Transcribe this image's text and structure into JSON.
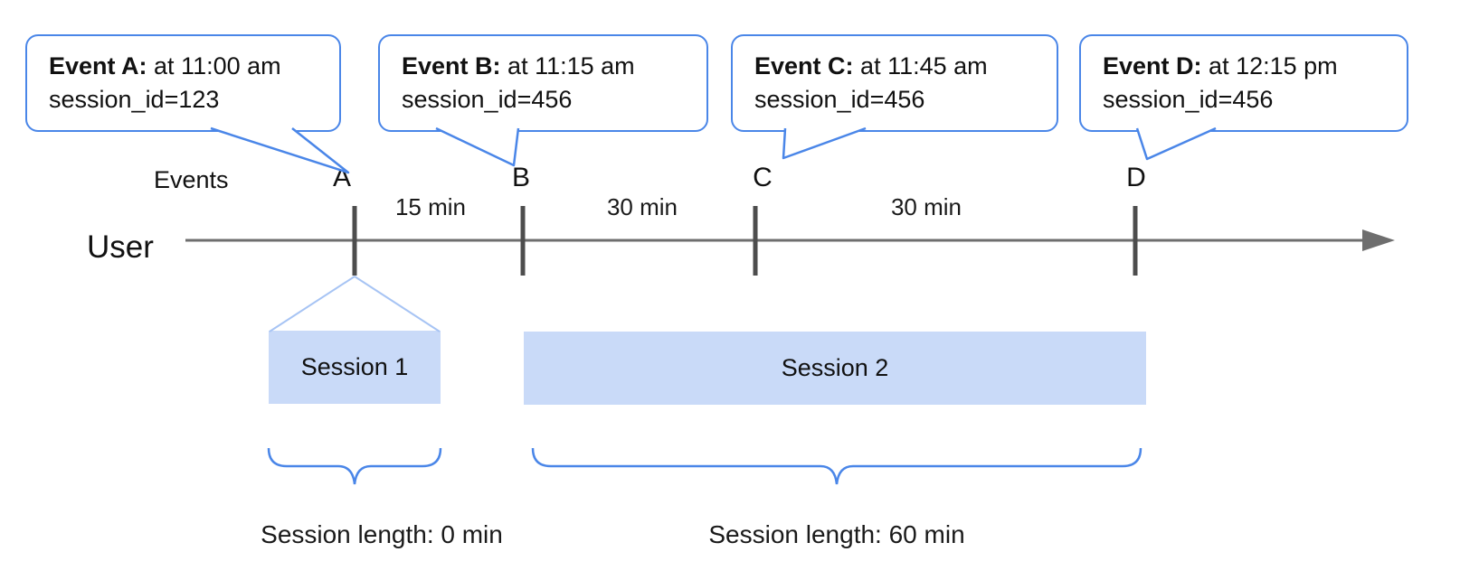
{
  "diagram": {
    "axis": {
      "events_label": "Events",
      "user_label": "User",
      "intervals": [
        "15 min",
        "30 min",
        "30 min"
      ]
    },
    "events": [
      {
        "letter": "A",
        "name": "Event A:",
        "time": "at 11:00 am",
        "session_id": "session_id=123"
      },
      {
        "letter": "B",
        "name": "Event B:",
        "time": "at 11:15 am",
        "session_id": "session_id=456"
      },
      {
        "letter": "C",
        "name": "Event C:",
        "time": "at 11:45 am",
        "session_id": "session_id=456"
      },
      {
        "letter": "D",
        "name": "Event D:",
        "time": "at 12:15 pm",
        "session_id": "session_id=456"
      }
    ],
    "sessions": [
      {
        "label": "Session 1",
        "length_label": "Session length: 0 min"
      },
      {
        "label": "Session 2",
        "length_label": "Session length: 60 min"
      }
    ],
    "colors": {
      "callout_border": "#4a86e8",
      "brace": "#4a86e8",
      "session_fill": "#c9daf8",
      "funnel_line": "#a7c4f4",
      "timeline_line": "#6e6e6e",
      "tick": "#4d4d4d"
    }
  }
}
